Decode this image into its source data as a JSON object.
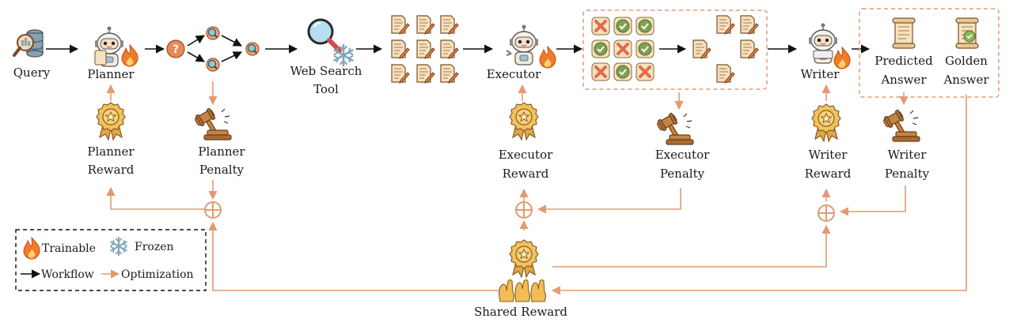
{
  "labels": {
    "query": "Query",
    "planner": "Planner",
    "web_search_1": "Web Search",
    "web_search_2": "Tool",
    "executor": "Executor",
    "writer": "Writer",
    "predicted_1": "Predicted",
    "predicted_2": "Answer",
    "golden_1": "Golden",
    "golden_2": "Answer",
    "planner_reward_1": "Planner",
    "planner_reward_2": "Reward",
    "planner_penalty_1": "Planner",
    "planner_penalty_2": "Penalty",
    "executor_reward_1": "Executor",
    "executor_reward_2": "Reward",
    "executor_penalty_1": "Executor",
    "executor_penalty_2": "Penalty",
    "writer_reward_1": "Writer",
    "writer_reward_2": "Reward",
    "writer_penalty_1": "Writer",
    "writer_penalty_2": "Penalty",
    "shared_reward": "Shared Reward",
    "question_mark": "?",
    "oplus": "⊕"
  },
  "legend": {
    "trainable": "Trainable",
    "frozen": "Frozen",
    "workflow": "Workflow",
    "optimization": "Optimization"
  },
  "colors": {
    "workflow_arrow": "#111111",
    "optimization_arrow": "#e39a72",
    "fire": "#f07a2a",
    "snowflake": "#7fa7b8",
    "medal": "#e9b44c",
    "gavel": "#b5753c",
    "check_green": "#7fa150",
    "cross_red": "#e46b4d",
    "document": "#f5e0b8"
  },
  "icons": {
    "query": "database-search-icon",
    "agent": "robot-agent-icon",
    "trainable": "fire-icon",
    "frozen": "snowflake-icon",
    "reward": "medal-icon",
    "penalty": "gavel-icon",
    "search": "magnifier-icon",
    "documents": "document-icon",
    "check": "check-icon",
    "cross": "cross-icon",
    "scroll": "scroll-icon",
    "hands": "raised-hands-icon"
  }
}
